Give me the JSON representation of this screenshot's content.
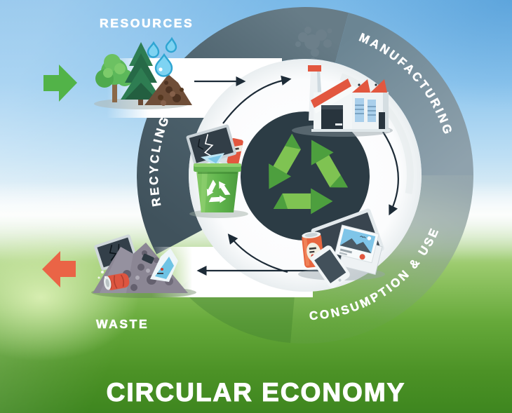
{
  "title": "CIRCULAR ECONOMY",
  "stages": {
    "resources": "RESOURCES",
    "manufacturing": "MANUFACTURING",
    "consumption": "CONSUMPTION & USE",
    "recycling": "RECYCLING",
    "waste": "WASTE"
  },
  "icons": {
    "input_arrow": "green-input-arrow",
    "output_arrow": "orange-output-arrow",
    "center": "recycle-symbol",
    "resources": [
      "tree-icon",
      "pine-tree-icon",
      "soil-icon",
      "water-drop-icon"
    ],
    "manufacturing": [
      "factory-icon",
      "smoke-icon"
    ],
    "consumption": [
      "tablet-icon",
      "photo-icon",
      "soda-can-icon",
      "smartphone-icon"
    ],
    "recycling": [
      "recycle-bin-icon",
      "broken-monitor-icon"
    ],
    "waste": [
      "waste-pile-icon",
      "crushed-can-icon",
      "broken-tablet-icon"
    ]
  },
  "colors": {
    "accent_green": "#52b348",
    "accent_orange": "#ea6446",
    "ring_dark": "#4c616c",
    "ring_light": "#7e96a3",
    "inner_circle": "#2c3c45",
    "recycle_light": "#7fc352",
    "recycle_dark": "#4d9f3e",
    "label_white": "#ffffff"
  }
}
